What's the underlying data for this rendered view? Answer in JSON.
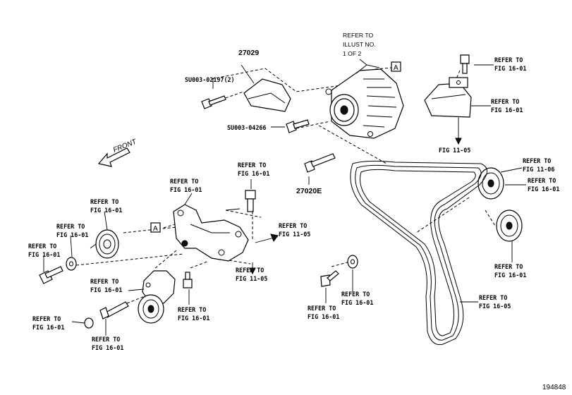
{
  "labels": {
    "alternator_refer": [
      "REFER TO",
      "ILLUST NO.",
      "1 OF 2"
    ],
    "part_27029": "27029",
    "part_27020e": "27020E",
    "code_su003_02197": "SU003-02197(2)",
    "code_su003_04266": "SU003-04266",
    "front": "FRONT",
    "ref_a": "A",
    "diagram_code": "194848",
    "refer_to": "REFER TO",
    "fig_16_01": "FIG 16-01",
    "fig_11_05": "FIG 11-05",
    "fig_11_06": "FIG 11-06",
    "fig_16_05": "FIG 16-05"
  }
}
